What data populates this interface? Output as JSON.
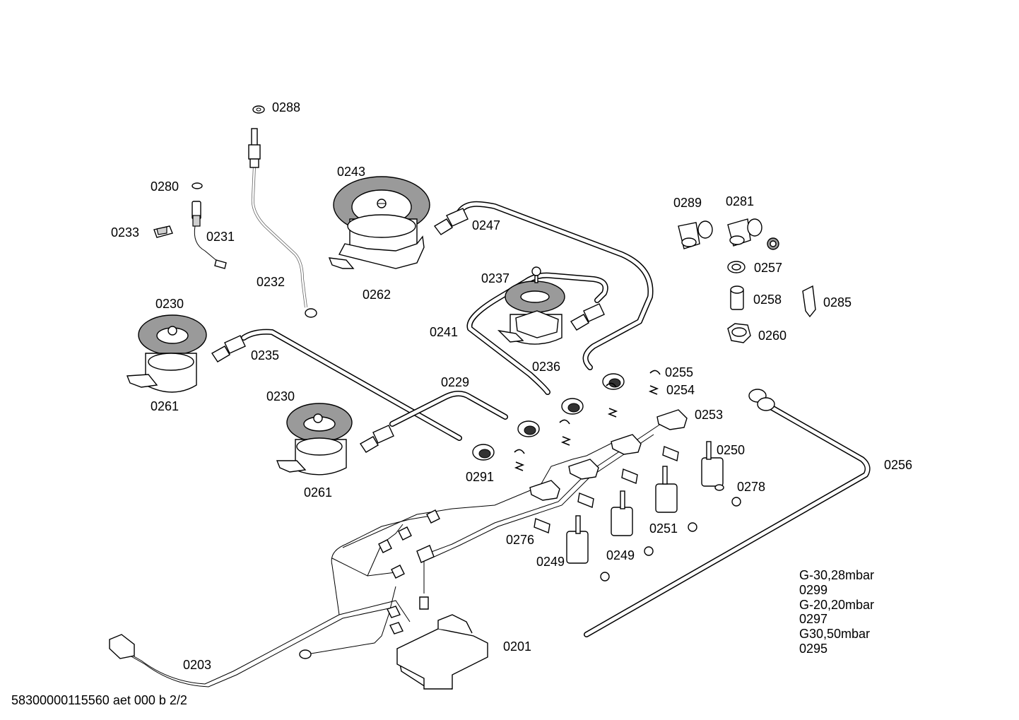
{
  "labels": {
    "p0288": "0288",
    "p0280": "0280",
    "p0233": "0233",
    "p0231": "0231",
    "p0232": "0232",
    "p0243": "0243",
    "p0262": "0262",
    "p0247": "0247",
    "p0237": "0237",
    "p0241": "0241",
    "p0236": "0236",
    "p0230a": "0230",
    "p0261a": "0261",
    "p0235": "0235",
    "p0230b": "0230",
    "p0261b": "0261",
    "p0229": "0229",
    "p0291": "0291",
    "p0289": "0289",
    "p0281": "0281",
    "p0257": "0257",
    "p0258": "0258",
    "p0285": "0285",
    "p0260": "0260",
    "p0255": "0255",
    "p0254": "0254",
    "p0253": "0253",
    "p0250": "0250",
    "p0256": "0256",
    "p0278": "0278",
    "p0251": "0251",
    "p0276": "0276",
    "p0249a": "0249",
    "p0249b": "0249",
    "p0201": "0201",
    "p0203": "0203"
  },
  "notes": [
    "G-30,28mbar",
    "0299",
    "G-20,20mbar",
    "0297",
    "G30,50mbar",
    "0295"
  ],
  "footer": "58300000115560 aet 000 b 2/2"
}
